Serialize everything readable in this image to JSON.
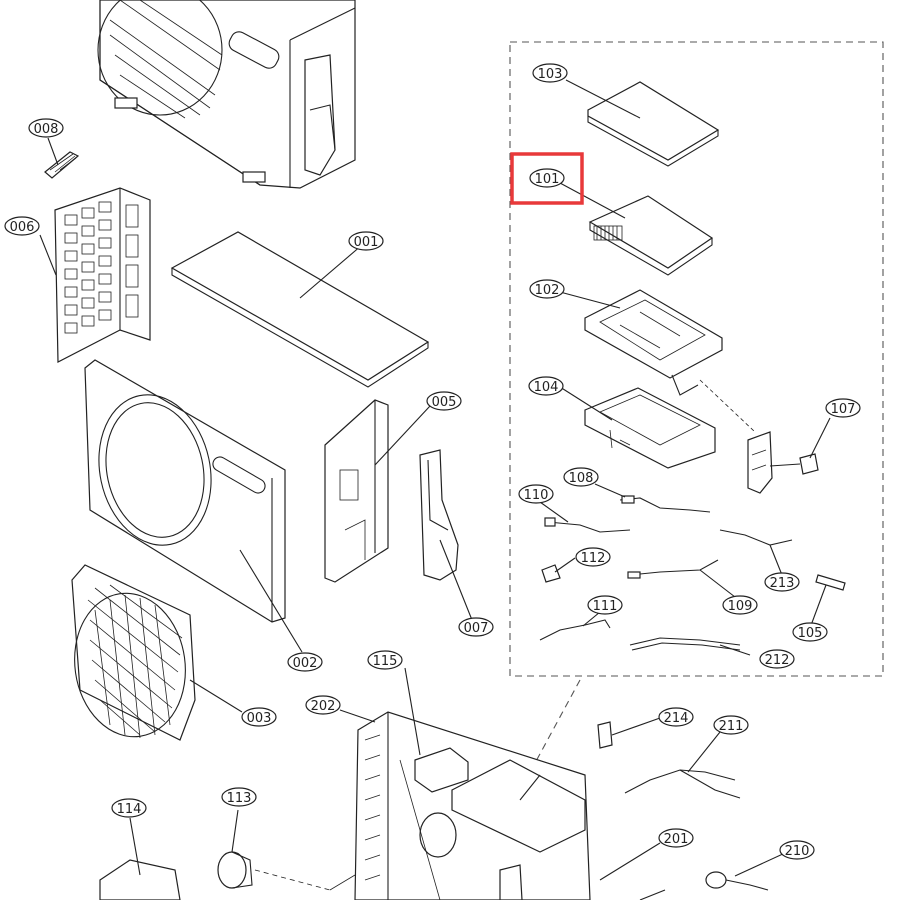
{
  "labels": {
    "p001": "001",
    "p002": "002",
    "p003": "003",
    "p005": "005",
    "p006": "006",
    "p007": "007",
    "p008": "008",
    "p101": "101",
    "p102": "102",
    "p103": "103",
    "p104": "104",
    "p105": "105",
    "p107": "107",
    "p108": "108",
    "p109": "109",
    "p110": "110",
    "p111": "111",
    "p112": "112",
    "p113": "113",
    "p114": "114",
    "p115": "115",
    "p201": "201",
    "p202": "202",
    "p210": "210",
    "p211": "211",
    "p212": "212",
    "p213": "213",
    "p214": "214"
  },
  "highlight": {
    "part": "101",
    "color": "#e8393a"
  },
  "colors": {
    "line": "#222222",
    "background": "#ffffff"
  }
}
